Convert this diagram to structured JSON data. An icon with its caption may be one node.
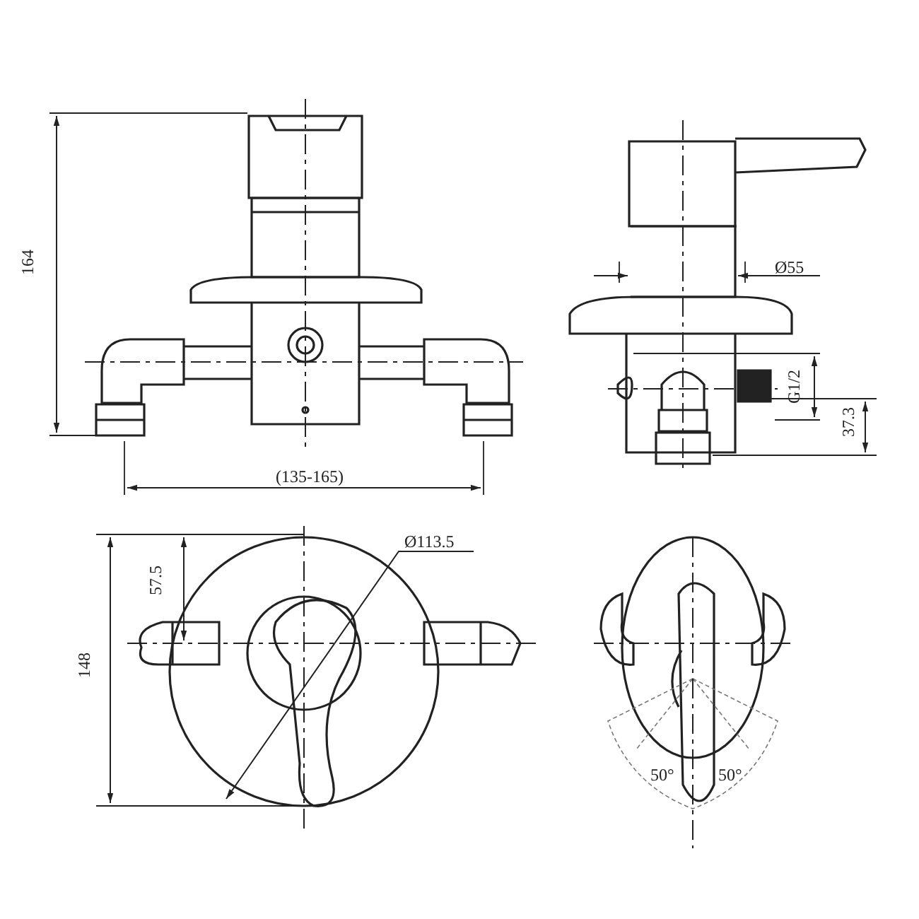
{
  "diagram": {
    "labels": [
      "164",
      "Ø55",
      "G1/2",
      "37.3",
      "(135-165)",
      "Ø113.5",
      "57.5",
      "148",
      "50°",
      "50°"
    ]
  }
}
